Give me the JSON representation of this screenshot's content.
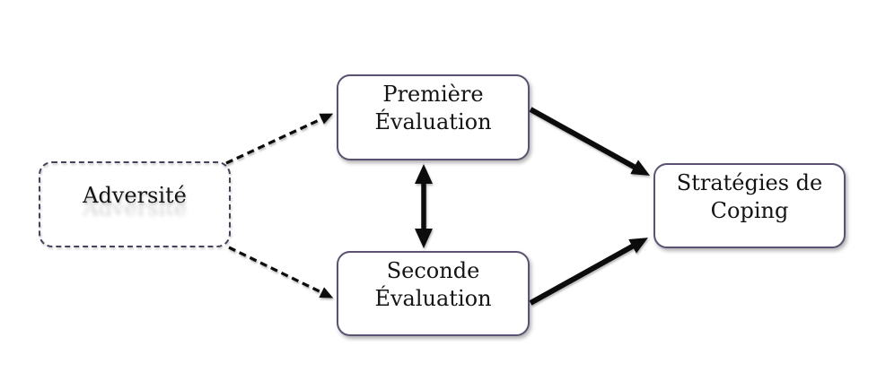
{
  "diagram": {
    "type": "flow-diagram",
    "nodes": [
      {
        "id": "adversite",
        "label": "Adversité",
        "border_style": "dashed"
      },
      {
        "id": "premiere-evaluation",
        "label": "Première\nÉvaluation",
        "border_style": "solid"
      },
      {
        "id": "seconde-evaluation",
        "label": "Seconde\nÉvaluation",
        "border_style": "solid"
      },
      {
        "id": "strategies-de-coping",
        "label": "Stratégies de\nCoping",
        "border_style": "solid"
      }
    ],
    "edges": [
      {
        "from": "adversite",
        "to": "premiere-evaluation",
        "line": "dashed",
        "arrow": "single"
      },
      {
        "from": "adversite",
        "to": "seconde-evaluation",
        "line": "dashed",
        "arrow": "single"
      },
      {
        "from": "premiere-evaluation",
        "to": "seconde-evaluation",
        "line": "solid",
        "arrow": "double"
      },
      {
        "from": "premiere-evaluation",
        "to": "strategies-de-coping",
        "line": "solid",
        "arrow": "single"
      },
      {
        "from": "seconde-evaluation",
        "to": "strategies-de-coping",
        "line": "solid",
        "arrow": "single"
      }
    ],
    "colors": {
      "background": "#ffffff",
      "box_border_solid": "#5b5170",
      "box_border_dashed": "#47425c",
      "arrow": "#0d0c0c",
      "text": "#141414",
      "box_fill": "#ffffff"
    }
  }
}
